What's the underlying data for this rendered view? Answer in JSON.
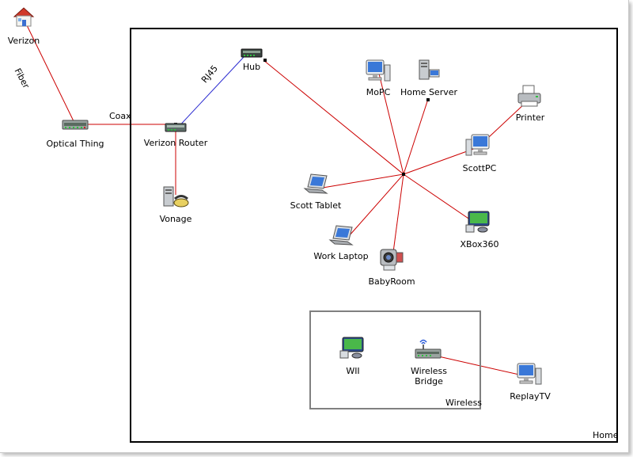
{
  "colors": {
    "wired": "#cc0000",
    "rj45": "#2a2ad0",
    "frame": "#000000",
    "group_wireless": "#808080"
  },
  "groups": {
    "home": "Home",
    "wireless": "Wireless"
  },
  "nodes": {
    "verizon": {
      "label": "Verizon",
      "icon": "house-icon"
    },
    "optical": {
      "label": "Optical Thing",
      "icon": "switch-icon"
    },
    "router": {
      "label": "Verizon Router",
      "icon": "router-icon"
    },
    "vonage": {
      "label": "Vonage",
      "icon": "phone-server-icon"
    },
    "hub": {
      "label": "Hub",
      "icon": "hub-icon"
    },
    "mopc": {
      "label": "MoPC",
      "icon": "computer-icon"
    },
    "homeserver": {
      "label": "Home Server",
      "icon": "server-icon"
    },
    "printer": {
      "label": "Printer",
      "icon": "printer-icon"
    },
    "scottpc": {
      "label": "ScottPC",
      "icon": "computer-icon"
    },
    "scotttablet": {
      "label": "Scott Tablet",
      "icon": "laptop-icon"
    },
    "xbox": {
      "label": "XBox360",
      "icon": "game-console-icon"
    },
    "worklaptop": {
      "label": "Work Laptop",
      "icon": "laptop-icon"
    },
    "babyroom": {
      "label": "BabyRoom",
      "icon": "camera-icon"
    },
    "wii": {
      "label": "WII",
      "icon": "game-console-icon"
    },
    "wbridge": {
      "label_line1": "Wireless",
      "label_line2": "Bridge",
      "icon": "wireless-bridge-icon"
    },
    "replaytv": {
      "label": "ReplayTV",
      "icon": "computer-icon"
    }
  },
  "edges": {
    "fiber": "Fiber",
    "coax": "Coax",
    "rj45": "RJ45"
  }
}
